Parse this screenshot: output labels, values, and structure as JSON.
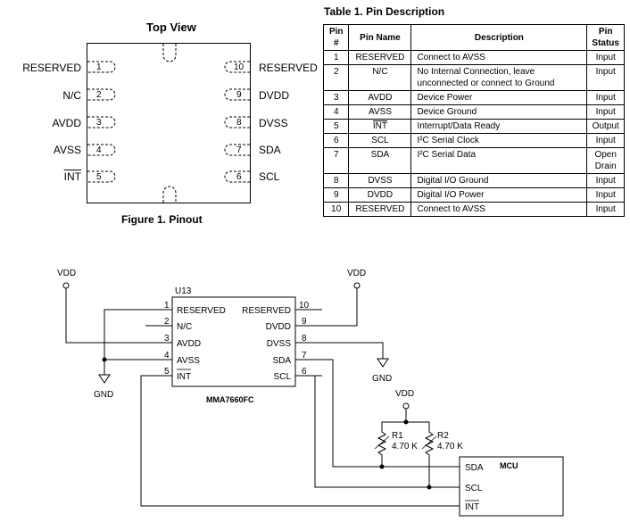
{
  "figure1": {
    "title": "Top View",
    "caption": "Figure 1. Pinout",
    "left_pins": [
      {
        "num": "1",
        "label": "RESERVED",
        "overline": false
      },
      {
        "num": "2",
        "label": "N/C",
        "overline": false
      },
      {
        "num": "3",
        "label": "AVDD",
        "overline": false
      },
      {
        "num": "4",
        "label": "AVSS",
        "overline": false
      },
      {
        "num": "5",
        "label": "INT",
        "overline": true
      }
    ],
    "right_pins": [
      {
        "num": "10",
        "label": "RESERVED",
        "overline": false
      },
      {
        "num": "9",
        "label": "DVDD",
        "overline": false
      },
      {
        "num": "8",
        "label": "DVSS",
        "overline": false
      },
      {
        "num": "7",
        "label": "SDA",
        "overline": false
      },
      {
        "num": "6",
        "label": "SCL",
        "overline": false
      }
    ]
  },
  "table1": {
    "title": "Table 1. Pin Description",
    "headers": {
      "pin": "Pin #",
      "name": "Pin Name",
      "desc": "Description",
      "status_line1": "Pin",
      "status_line2": "Status"
    },
    "rows": [
      {
        "pin": "1",
        "name": "RESERVED",
        "desc": "Connect to AVSS",
        "status": "Input"
      },
      {
        "pin": "2",
        "name": "N/C",
        "desc": "No Internal Connection, leave unconnected or connect to Ground",
        "status": "Input"
      },
      {
        "pin": "3",
        "name": "AVDD",
        "desc": "Device Power",
        "status": "Input"
      },
      {
        "pin": "4",
        "name": "AVSS",
        "desc": "Device Ground",
        "status": "Input"
      },
      {
        "pin": "5",
        "name": "INT",
        "desc": "Interrupt/Data Ready",
        "status": "Output"
      },
      {
        "pin": "6",
        "name": "SCL",
        "desc": "I²C Serial Clock",
        "status": "Input"
      },
      {
        "pin": "7",
        "name": "SDA",
        "desc": "I²C Serial Data",
        "status": "Open Drain"
      },
      {
        "pin": "8",
        "name": "DVSS",
        "desc": "Digital I/O Ground",
        "status": "Input"
      },
      {
        "pin": "9",
        "name": "DVDD",
        "desc": "Digital I/O Power",
        "status": "Input"
      },
      {
        "pin": "10",
        "name": "RESERVED",
        "desc": "Connect to AVSS",
        "status": "Input"
      }
    ]
  },
  "schematic": {
    "ref": "U13",
    "part": "MMA7660FC",
    "vdd": "VDD",
    "gnd": "GND",
    "left_pins": [
      {
        "num": "1",
        "label": "RESERVED"
      },
      {
        "num": "2",
        "label": "N/C"
      },
      {
        "num": "3",
        "label": "AVDD"
      },
      {
        "num": "4",
        "label": "AVSS"
      },
      {
        "num": "5",
        "label": "INT"
      }
    ],
    "right_pins": [
      {
        "num": "10",
        "label": "RESERVED"
      },
      {
        "num": "9",
        "label": "DVDD"
      },
      {
        "num": "8",
        "label": "DVSS"
      },
      {
        "num": "7",
        "label": "SDA"
      },
      {
        "num": "6",
        "label": "SCL"
      }
    ],
    "r1": {
      "name": "R1",
      "value": "4.70 K"
    },
    "r2": {
      "name": "R2",
      "value": "4.70 K"
    },
    "mcu": {
      "name": "MCU",
      "pins": [
        "SDA",
        "SCL",
        "INT"
      ]
    }
  }
}
